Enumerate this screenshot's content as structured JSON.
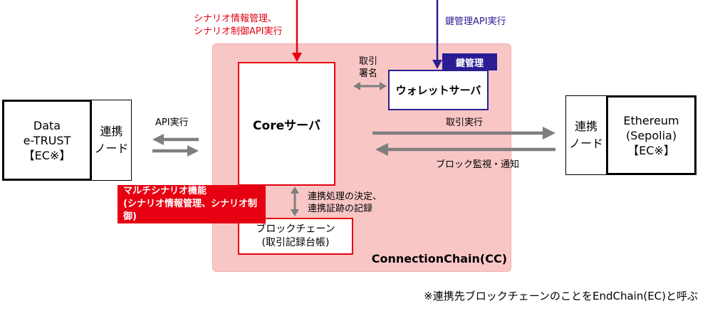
{
  "cc": {
    "label": "ConnectionChain(CC)"
  },
  "core": {
    "label": "Coreサーバ"
  },
  "blockchain": {
    "line1": "ブロックチェーン",
    "line2": "(取引記録台帳)"
  },
  "multi_scenario": {
    "line1": "マルチシナリオ機能",
    "line2": "(シナリオ情報管理、シナリオ制御)"
  },
  "wallet": {
    "label": "ウォレットサーバ",
    "key_badge": "鍵管理"
  },
  "left_node": {
    "line1": "Data",
    "line2": "e-TRUST",
    "line3": "【EC※】"
  },
  "left_link": {
    "line1": "連携",
    "line2": "ノード"
  },
  "right_link": {
    "line1": "連携",
    "line2": "ノード"
  },
  "right_node": {
    "line1": "Ethereum",
    "line2": "(Sepolia)",
    "line3": "【EC※】"
  },
  "labels": {
    "scenario_api_1": "シナリオ情報管理、",
    "scenario_api_2": "シナリオ制御API実行",
    "key_api": "鍵管理API実行",
    "sign_1": "取引",
    "sign_2": "署名",
    "api_exec": "API実行",
    "tx_exec": "取引実行",
    "block_watch": "ブロック監視・通知",
    "decision_1": "連携処理の決定、",
    "decision_2": "連携証跡の記録"
  },
  "footnote": "※連携先ブロックチェーンのことをEndChain(EC)と呼ぶ",
  "colors": {
    "red": "#e60012",
    "navy": "#2b1d93",
    "cc_bg": "#f9c6c6",
    "arrow_gray": "#7f7f7f"
  }
}
